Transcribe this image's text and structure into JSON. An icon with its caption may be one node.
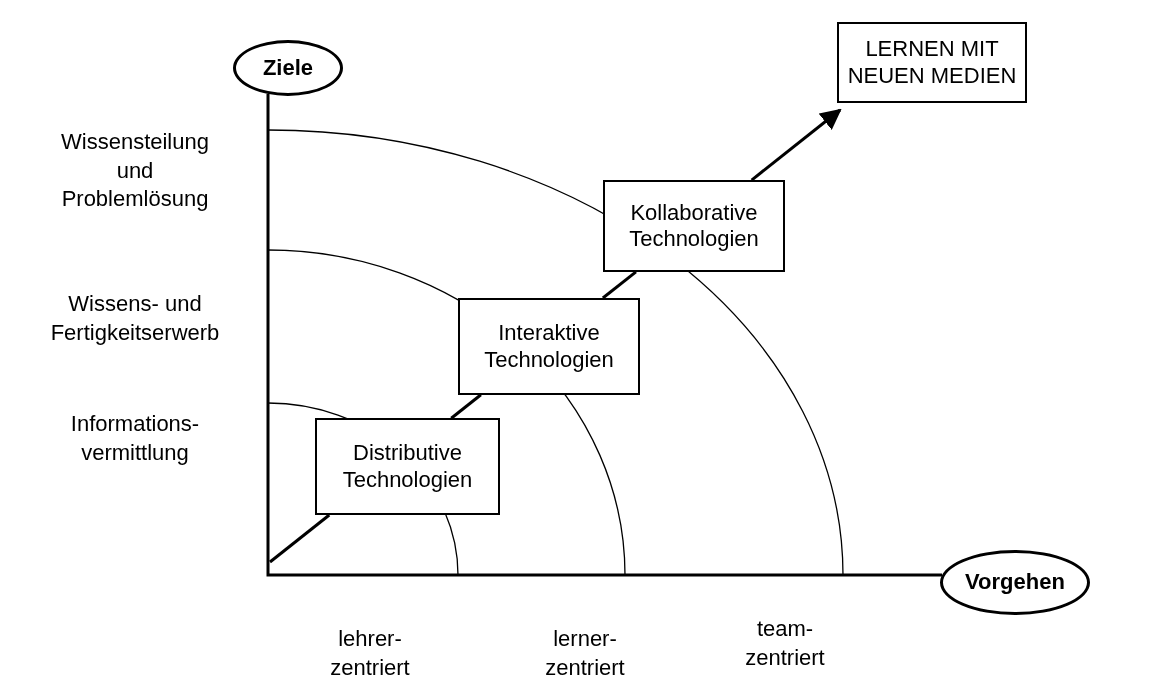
{
  "diagram": {
    "nodes": [
      {
        "text": [
          "Ziele"
        ]
      },
      {
        "text": [
          "LERNEN MIT NEUEN MEDIEN"
        ]
      },
      {
        "text": [
          "Kollaborative Technologien"
        ]
      },
      {
        "text": [
          "Interaktive Technologien"
        ]
      },
      {
        "text": [
          "Distributive Technologien"
        ]
      },
      {
        "text": [
          "Vorgehen"
        ]
      }
    ],
    "edges": [
      {
        "from": 0,
        "to": 5,
        "arrow": "none"
      },
      {
        "from": null,
        "to": 4,
        "arrow": "none"
      },
      {
        "from": 4,
        "to": 3,
        "arrow": "none"
      },
      {
        "from": 3,
        "to": 2,
        "arrow": "none"
      },
      {
        "from": 2,
        "to": 1,
        "arrow": "to"
      }
    ],
    "labels": [
      "Wissensteilung und Problemlösung",
      "Wissens- und Fertigkeitserwerb",
      "Informations- vermittlung",
      "lehrer- zentriert",
      "lerner- zentriert",
      "team- zentriert"
    ]
  }
}
